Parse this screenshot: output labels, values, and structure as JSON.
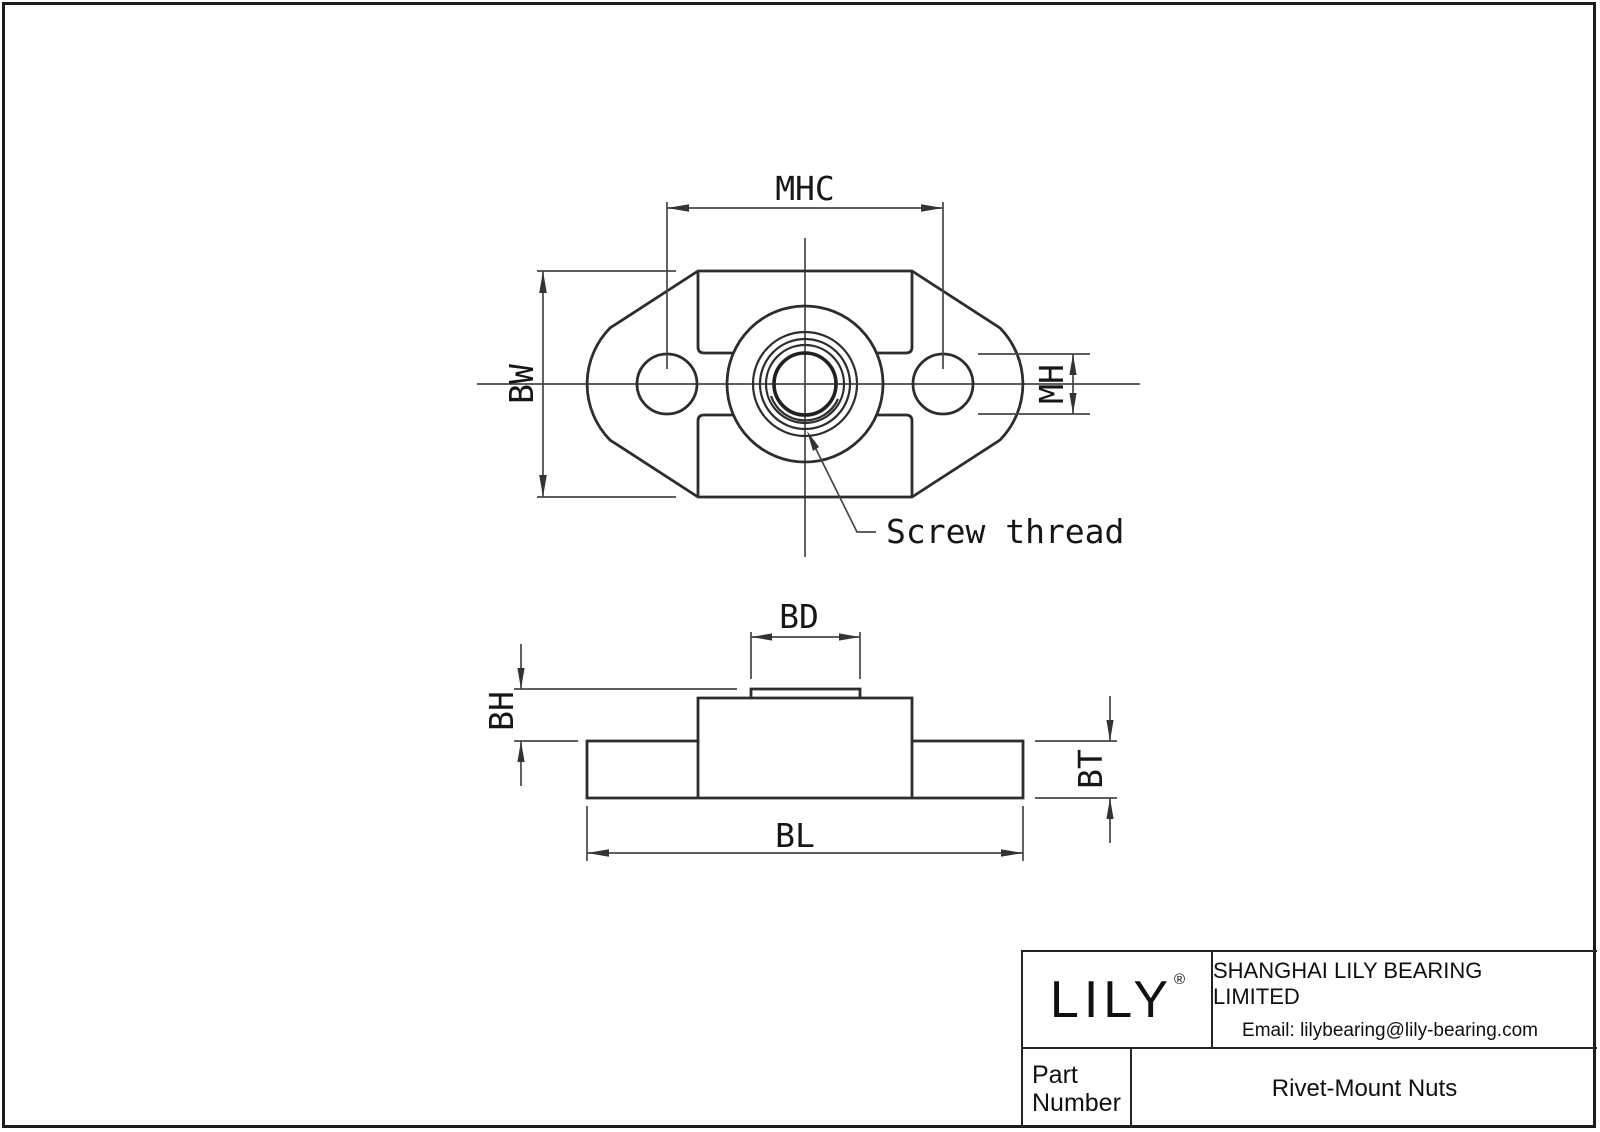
{
  "drawing": {
    "labels": {
      "mhc": "MHC",
      "bw": "BW",
      "mh": "MH",
      "screw_thread": "Screw thread",
      "bd": "BD",
      "bh": "BH",
      "bt": "BT",
      "bl": "BL"
    }
  },
  "title_block": {
    "logo": {
      "text": "LILY",
      "registered_mark": "®"
    },
    "company": "SHANGHAI LILY BEARING LIMITED",
    "email": "Email: lilybearing@lily-bearing.com",
    "part_number_label": "Part Number",
    "part_name": "Rivet-Mount Nuts"
  }
}
